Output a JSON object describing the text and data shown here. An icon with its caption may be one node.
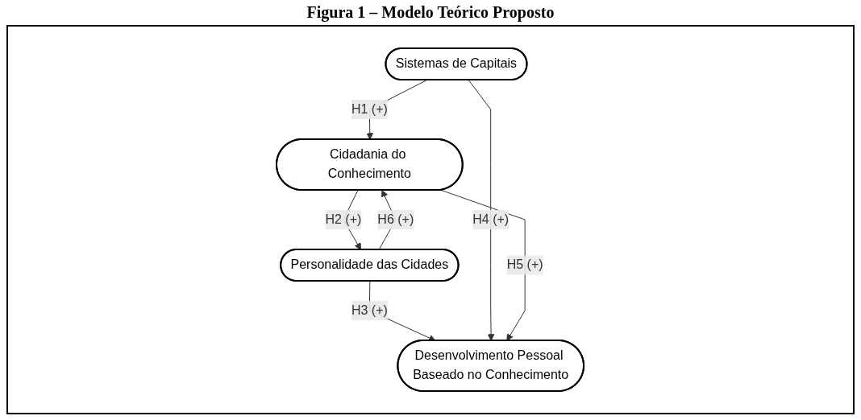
{
  "diagram": {
    "title": "Figura 1 – Modelo Teórico Proposto",
    "nodes": [
      {
        "text": [
          "Sistemas de Capitais"
        ]
      },
      {
        "text": [
          "Cidadania do Conhecimento"
        ]
      },
      {
        "text": [
          "Personalidade das Cidades"
        ]
      },
      {
        "text": [
          "Desenvolvimento Pessoal Baseado no Conhecimento"
        ]
      }
    ],
    "edges": [
      {
        "from": 0,
        "to": 1,
        "arrow": "to",
        "label": "H1 (+)"
      },
      {
        "from": 1,
        "to": 2,
        "arrow": "to",
        "label": "H2 (+)"
      },
      {
        "from": 2,
        "to": 3,
        "arrow": "to",
        "label": "H3 (+)"
      },
      {
        "from": 0,
        "to": 3,
        "arrow": "to",
        "label": "H4 (+)"
      },
      {
        "from": 1,
        "to": 3,
        "arrow": "to",
        "label": "H5 (+)"
      },
      {
        "from": 2,
        "to": 1,
        "arrow": "to",
        "label": "H6 (+)"
      }
    ]
  }
}
